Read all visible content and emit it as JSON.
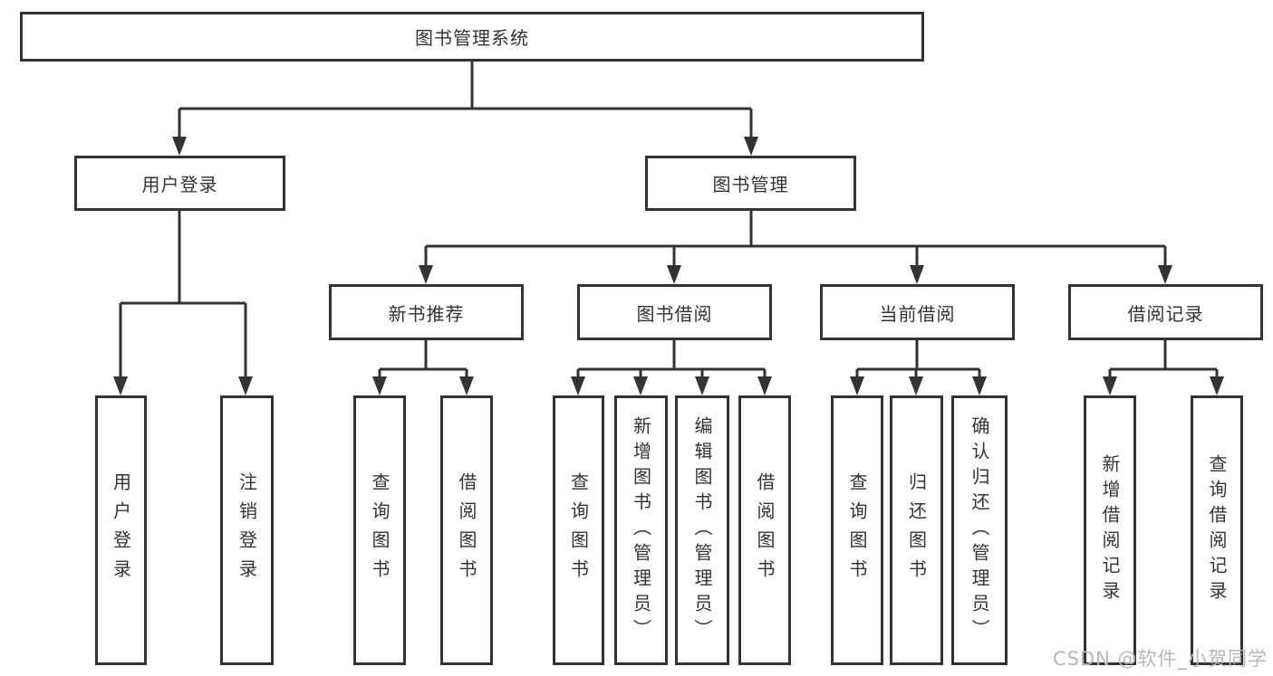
{
  "tree": {
    "root": "图书管理系统",
    "branches": [
      {
        "label": "用户登录",
        "children": [
          "用户登录",
          "注销登录"
        ]
      },
      {
        "label": "图书管理",
        "sections": [
          {
            "label": "新书推荐",
            "children": [
              "查询图书",
              "借阅图书"
            ]
          },
          {
            "label": "图书借阅",
            "children": [
              "查询图书",
              "新增图书（管理员）",
              "编辑图书（管理员）",
              "借阅图书"
            ]
          },
          {
            "label": "当前借阅",
            "children": [
              "查询图书",
              "归还图书",
              "确认归还（管理员）"
            ]
          },
          {
            "label": "借阅记录",
            "children": [
              "新增借阅记录",
              "查询借阅记录"
            ]
          }
        ]
      }
    ]
  },
  "watermark": "CSDN @软件_小贺同学",
  "colors": {
    "line": "#333333",
    "text": "#333333",
    "box_background": "#ffffff",
    "page_background": "#ffffff",
    "watermark": "#b6b6bb"
  }
}
